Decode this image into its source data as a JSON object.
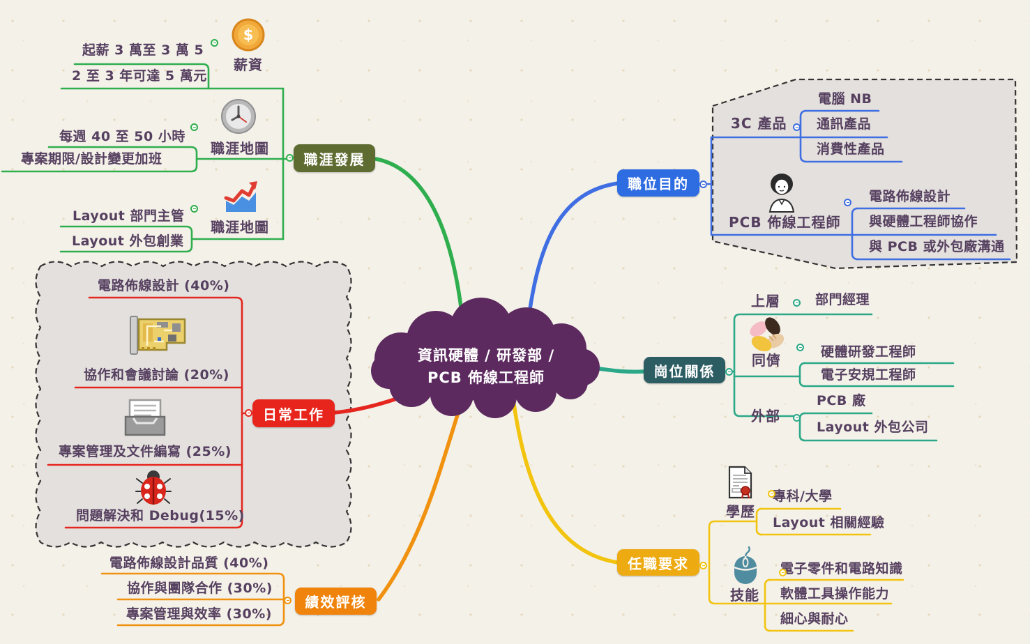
{
  "center": {
    "line1": "資訊硬體 / 研發部 /",
    "line2": "PCB 佈線工程師"
  },
  "colors": {
    "background": "#f4f1e9",
    "cloud": "#5c2a5f",
    "region_fill": "#e3e0dd",
    "career_node": "#5e6c31",
    "career_line": "#2fae4e",
    "purpose_node": "#2e6ce2",
    "purpose_line": "#3f6ee3",
    "daily_node": "#e7251c",
    "daily_line": "#e5261f",
    "relations_node": "#2c5d63",
    "relations_line": "#2aa888",
    "performance_node": "#f0830b",
    "performance_line": "#f0920f",
    "requirements_node": "#edaa11",
    "requirements_line": "#f2c40f",
    "leaf_text": "#564060"
  },
  "branches": {
    "career": {
      "label": "職涯發展",
      "salary": {
        "icon": "coin-icon",
        "label": "薪資",
        "children": [
          "起薪 3 萬至 3 萬 5",
          "2 至 3 年可達 5 萬元"
        ]
      },
      "hours": {
        "icon": "clock-icon",
        "label": "職涯地圖",
        "children": [
          "每週 40 至 50 小時",
          "專案期限/設計變更加班"
        ]
      },
      "map": {
        "icon": "growth-chart-icon",
        "label": "職涯地圖",
        "children": [
          "Layout 部門主管",
          "Layout 外包創業"
        ]
      }
    },
    "purpose": {
      "label": "職位目的",
      "products": {
        "label": "3C 產品",
        "children": [
          "電腦 NB",
          "通訊產品",
          "消費性產品"
        ]
      },
      "engineer": {
        "icon": "female-engineer-icon",
        "label": "PCB 佈線工程師",
        "children": [
          "電路佈線設計",
          "與硬體工程師協作",
          "與 PCB 或外包廠溝通"
        ]
      }
    },
    "daily": {
      "label": "日常工作",
      "icons": [
        "pcb-card-icon",
        "inbox-icon",
        "ladybug-icon"
      ],
      "items": [
        "電路佈線設計 (40%)",
        "協作和會議討論 (20%)",
        "專案管理及文件編寫 (25%)",
        "問題解決和 Debug(15%)"
      ]
    },
    "relations": {
      "label": "崗位關係",
      "upper": {
        "label": "上層",
        "children": [
          "部門經理"
        ]
      },
      "peers": {
        "icon": "joined-hands-icon",
        "label": "同儕",
        "children": [
          "硬體研發工程師",
          "電子安規工程師"
        ]
      },
      "external": {
        "label": "外部",
        "children": [
          "PCB 廠",
          "Layout 外包公司"
        ]
      }
    },
    "performance": {
      "label": "績效評核",
      "items": [
        "電路佈線設計品質 (40%)",
        "協作與團隊合作 (30%)",
        "專案管理與效率 (30%)"
      ]
    },
    "requirements": {
      "label": "任職要求",
      "education": {
        "icon": "certificate-icon",
        "label": "學歷",
        "children": [
          "專科/大學",
          "Layout 相關經驗"
        ]
      },
      "skills": {
        "icon": "mouse-icon",
        "label": "技能",
        "children": [
          "電子零件和電路知識",
          "軟體工具操作能力",
          "細心與耐心"
        ]
      }
    }
  }
}
